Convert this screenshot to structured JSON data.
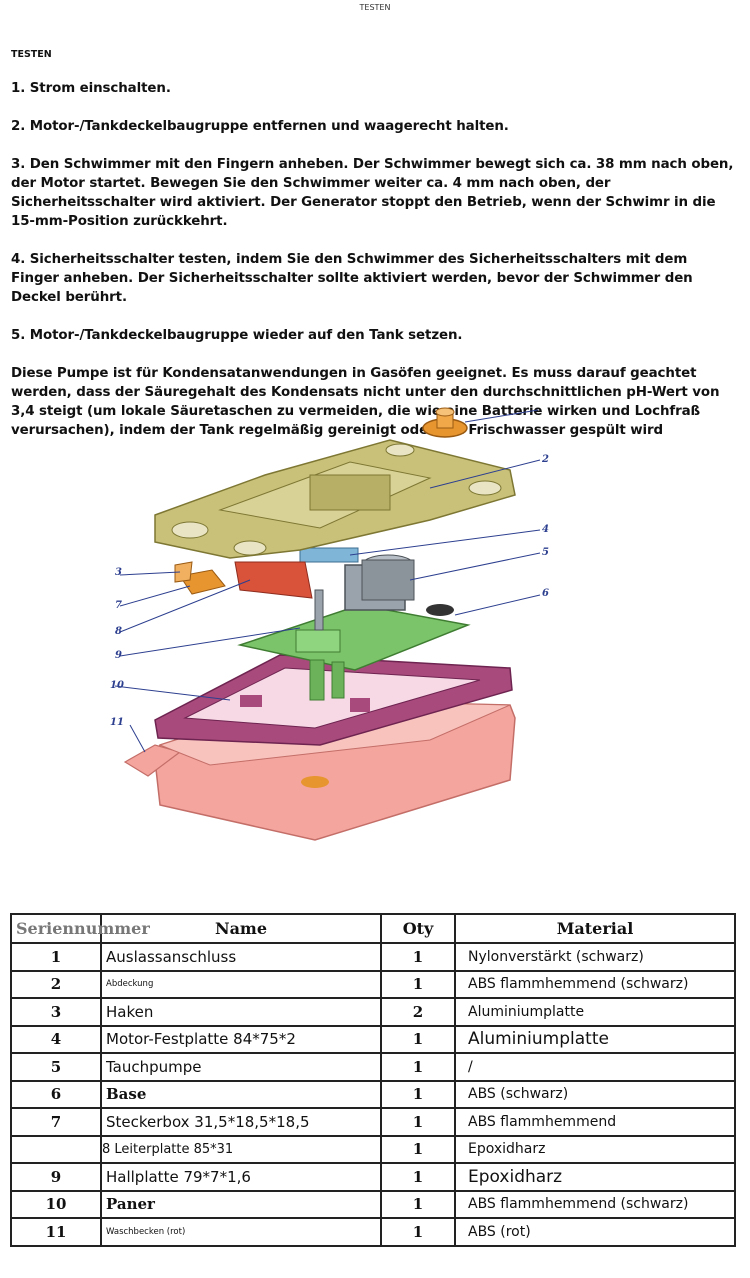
{
  "header": {
    "caption": "TESTEN"
  },
  "document": {
    "title": "TESTEN",
    "steps": [
      "1. Strom einschalten.",
      "2. Motor-/Tankdeckelbaugruppe entfernen und waagerecht halten.",
      "3. Den Schwimmer mit den Fingern anheben. Der Schwimmer bewegt sich ca. 38 mm nach oben, der Motor startet. Bewegen Sie den Schwimmer weiter ca. 4 mm nach oben, der Sicherheitsschalter wird aktiviert. Der Generator stoppt den Betrieb, wenn der Schwimr in die 15-mm-Position zurückkehrt.",
      "4. Sicherheitsschalter testen, indem Sie den Schwimmer des Sicherheitsschalters mit dem Finger anheben. Der Sicherheitsschalter sollte aktiviert werden, bevor der Schwimmer den Deckel berührt.",
      "5. Motor-/Tankdeckelbaugruppe wieder auf den Tank setzen.",
      "Diese Pumpe ist für Kondensatanwendungen in Gasöfen geeignet. Es muss darauf geachtet werden, dass der Säuregehalt des Kondensats nicht unter den durchschnittlichen pH-Wert von 3,4 steigt (um lokale Säuretaschen zu vermeiden, die wie eine Batterie wirken und Lochfraß verursachen), indem der Tank regelmäßig gereinigt oder mit Frischwasser gespült wird"
    ]
  },
  "diagram": {
    "callouts": [
      "2",
      "3",
      "4",
      "5",
      "6",
      "7",
      "8",
      "9",
      "10",
      "11"
    ]
  },
  "parts_table": {
    "headers": {
      "no": "Seriennummer",
      "name": "Name",
      "qty": "Oty",
      "material": "Material"
    },
    "rows": [
      {
        "no": "1",
        "name": "Auslassanschluss",
        "qty": "1",
        "material": "Nylonverstärkt (schwarz)"
      },
      {
        "no": "2",
        "name": "Abdeckung",
        "qty": "1",
        "material": "ABS flammhemmend (schwarz)"
      },
      {
        "no": "3",
        "name": "Haken",
        "qty": "2",
        "material": "Aluminiumplatte"
      },
      {
        "no": "4",
        "name": "Motor-Festplatte 84*75*2",
        "qty": "1",
        "material": "Aluminiumplatte"
      },
      {
        "no": "5",
        "name": "Tauchpumpe",
        "qty": "1",
        "material": "/"
      },
      {
        "no": "6",
        "name": "Base",
        "qty": "1",
        "material": "ABS (schwarz)"
      },
      {
        "no": "7",
        "name": "Steckerbox 31,5*18,5*18,5",
        "qty": "1",
        "material": "ABS flammhemmend"
      },
      {
        "no": "",
        "name": "8 Leiterplatte 85*31",
        "qty": "1",
        "material": "Epoxidharz"
      },
      {
        "no": "9",
        "name": "Hallplatte 79*7*1,6",
        "qty": "1",
        "material": "Epoxidharz"
      },
      {
        "no": "10",
        "name": "Paner",
        "qty": "1",
        "material": "ABS flammhemmend (schwarz)"
      },
      {
        "no": "11",
        "name": "Waschbecken (rot)",
        "qty": "1",
        "material": "ABS (rot)"
      }
    ]
  },
  "colors": {
    "cover": "#c9c17a",
    "tank": "#f4a59e",
    "frame": "#a84a7c",
    "pcb": "#7cc46a",
    "bracket": "#d9523a",
    "fitting": "#e7952e",
    "leader": "#2d3f8f"
  }
}
